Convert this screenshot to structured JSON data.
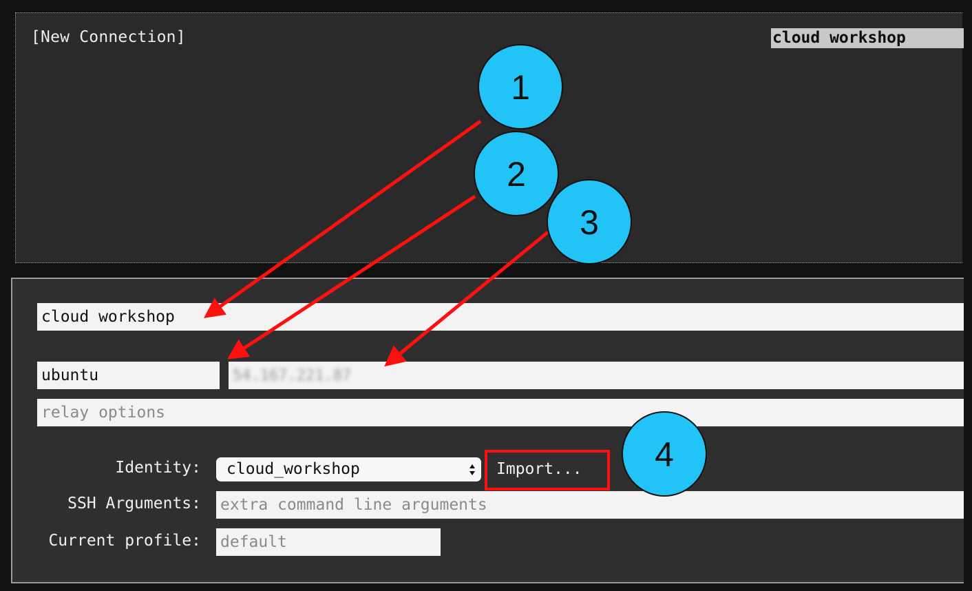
{
  "top_panel": {
    "header_label": "[New Connection]",
    "selected_entry": "cloud workshop"
  },
  "form": {
    "name_value": "cloud workshop",
    "user_value": "ubuntu",
    "host_value": "54.167.221.87",
    "relay_placeholder": "relay options",
    "identity_label": "Identity:",
    "identity_selected": "cloud_workshop",
    "import_label": "Import...",
    "ssh_args_label": "SSH Arguments:",
    "ssh_args_placeholder": "extra command line arguments",
    "profile_label": "Current profile:",
    "profile_placeholder": "default"
  },
  "annotations": {
    "callouts": [
      "1",
      "2",
      "3",
      "4"
    ],
    "callout_fill": "#22c4f7",
    "arrow_color": "#ff1010"
  }
}
